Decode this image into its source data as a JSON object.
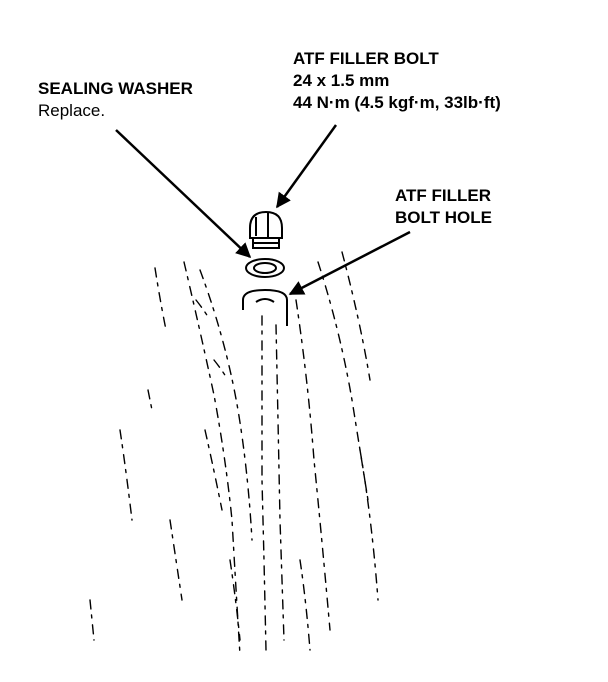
{
  "labels": {
    "filler_bolt": {
      "title": "ATF FILLER BOLT",
      "size": "24 x 1.5 mm",
      "torque": "44 N·m (4.5 kgf·m, 33lb·ft)"
    },
    "sealing_washer": {
      "title": "SEALING WASHER",
      "note": "Replace."
    },
    "filler_bolt_hole": {
      "line1": "ATF FILLER",
      "line2": "BOLT HOLE"
    }
  },
  "colors": {
    "ink": "#000000",
    "background": "#ffffff"
  }
}
